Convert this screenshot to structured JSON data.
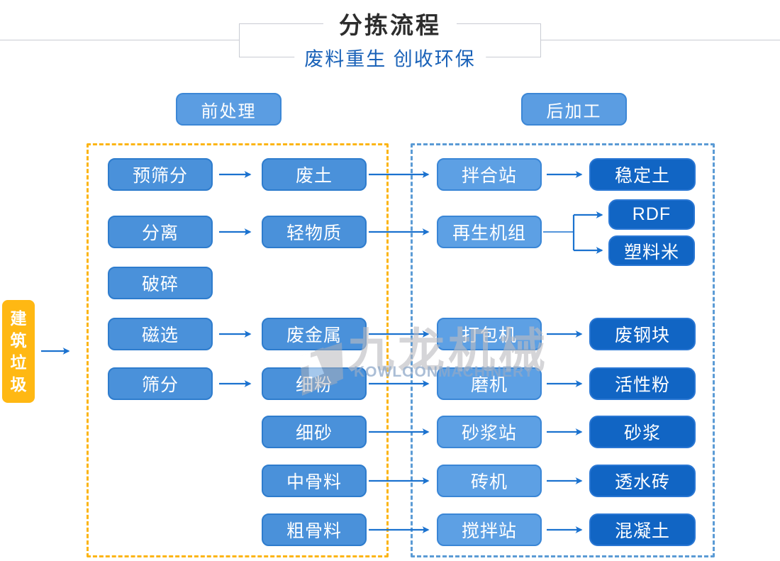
{
  "header": {
    "title": "分拣流程",
    "subtitle": "废料重生 创收环保"
  },
  "sections": {
    "pre_label": "前处理",
    "post_label": "后加工"
  },
  "source_label": "建筑垃圾",
  "watermark": {
    "logo_icon": "kowloon-machinery-logo",
    "cn": "九龙机械",
    "en": "KOWLOONMACHINERY"
  },
  "columns": {
    "col1": [
      "预筛分",
      "分离",
      "破碎",
      "磁选",
      "筛分"
    ],
    "col2": [
      "废土",
      "轻物质",
      "废金属",
      "细粉",
      "细砂",
      "中骨料",
      "粗骨料"
    ],
    "col3": [
      "拌合站",
      "再生机组",
      "打包机",
      "磨机",
      "砂浆站",
      "砖机",
      "搅拌站"
    ],
    "col4": [
      "稳定土",
      "RDF",
      "塑料米",
      "废钢块",
      "活性粉",
      "砂浆",
      "透水砖",
      "混凝土"
    ]
  },
  "colors": {
    "node_medium_blue": "#4a91da",
    "node_light_blue": "#5da0e4",
    "node_dark_blue": "#1165c4",
    "source_yellow": "#ffb813",
    "dashed_yellow": "#fcb514",
    "dashed_blue": "#5b9bd5",
    "arrow_blue": "#1b72cf",
    "title_text": "#2d2d2d",
    "subtitle_text": "#1a62b8"
  }
}
